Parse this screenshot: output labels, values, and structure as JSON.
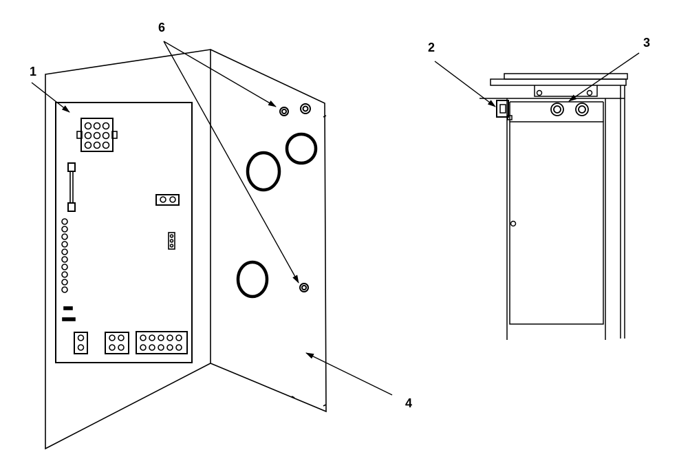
{
  "callouts": {
    "c1": "1",
    "c2": "2",
    "c3": "3",
    "c4": "4",
    "c6": "6"
  },
  "colors": {
    "ink": "#000000",
    "paper": "#ffffff"
  }
}
